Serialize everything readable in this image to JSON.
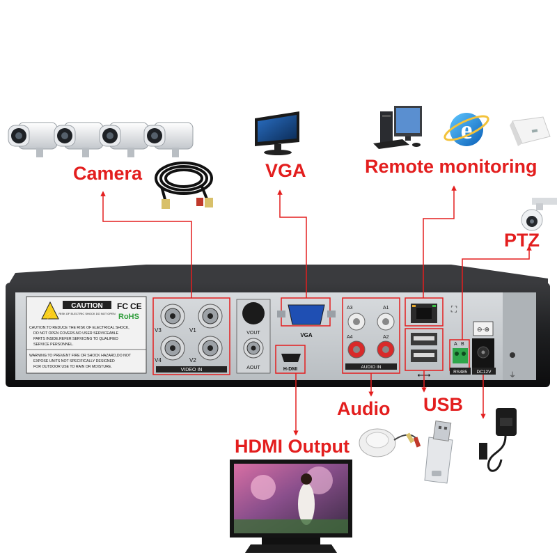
{
  "callouts": {
    "camera": "Camera",
    "vga": "VGA",
    "remote": "Remote monitoring",
    "ptz": "PTZ",
    "audio": "Audio",
    "usb": "USB",
    "hdmi": "HDMI Output"
  },
  "panel": {
    "caution_title": "CAUTION",
    "caution_sub": "RISK OF ELECTRIC SHOCK DO NOT OPEN",
    "caution_text_1": "CAUTION:TO REDUCE THE RISK OF ELECTRICAL SHOCK,",
    "caution_text_2": "DO NOT OPEN COVERS.NO USER SERVICEABLE",
    "caution_text_3": "PARTS INSIDE.REFER SERVICING TO QUALIFIED",
    "caution_text_4": "SERVICE PERSONNEL.",
    "warning_text_1": "WARNING:TO PREVENT FIRE OR SHOCK HAZARD,DO NOT",
    "warning_text_2": "EXPOSE UNITS NOT SPECIFICALLY DESIGNED",
    "warning_text_3": "FOR OUTDOOR USE TO RAIN OR MOISTURE.",
    "cert_fc": "FC",
    "cert_ce": "CE",
    "cert_rohs": "RoHS",
    "v1": "V1",
    "v2": "V2",
    "v3": "V3",
    "v4": "V4",
    "video_in": "VIDEO IN",
    "vout": "VOUT",
    "aout": "AOUT",
    "vga_label": "VGA",
    "hdmi_label": "H-DMI",
    "a1": "A1",
    "a2": "A2",
    "a3": "A3",
    "a4": "A4",
    "audio_in": "AUDIO IN",
    "rs485": "RS485",
    "rs485_a": "A",
    "rs485_b": "B",
    "dc12v": "DC12V"
  },
  "colors": {
    "accent_red": "#e31e1e",
    "panel_grey": "#c9cdd0",
    "chassis_black": "#1d1e20"
  }
}
